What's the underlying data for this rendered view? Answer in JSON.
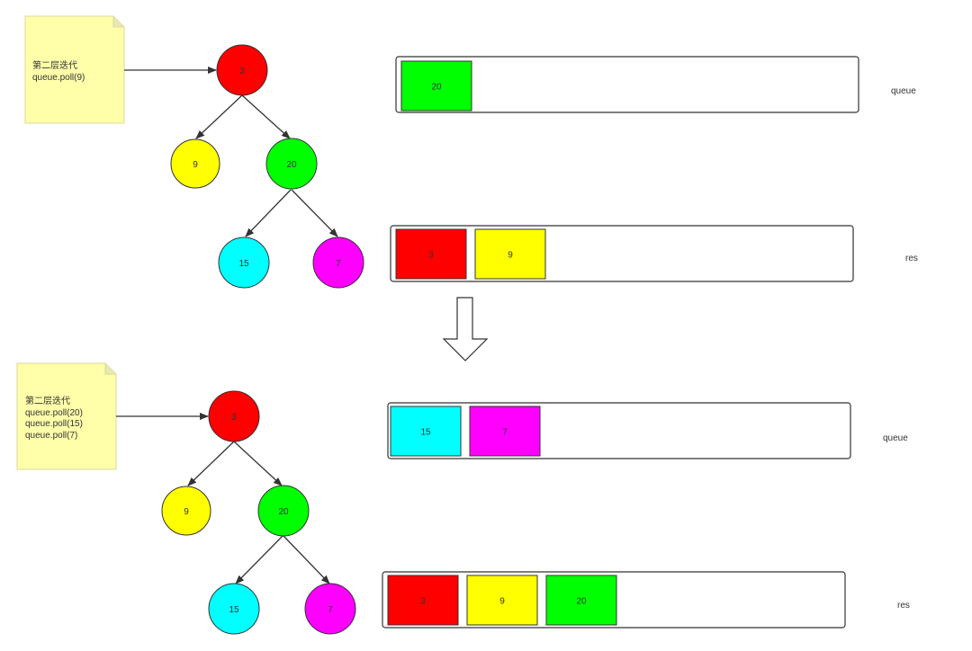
{
  "colors": {
    "red": "#ff0000",
    "yellow": "#ffff00",
    "green": "#00ff00",
    "cyan": "#00ffff",
    "magenta": "#ff00ff",
    "note": "#ffffaa",
    "stroke": "#333333"
  },
  "top": {
    "note_lines": [
      "第二层迭代",
      "queue.poll(9)"
    ],
    "tree": {
      "root": "3",
      "left": "9",
      "right": "20",
      "right_left": "15",
      "right_right": "7"
    },
    "queue_label": "queue",
    "queue_items": [
      {
        "value": "20",
        "color": "green"
      }
    ],
    "res_label": "res",
    "res_items": [
      {
        "value": "3",
        "color": "red"
      },
      {
        "value": "9",
        "color": "yellow"
      }
    ]
  },
  "bottom": {
    "note_lines": [
      "第二层迭代",
      "queue.poll(20)",
      "queue.poll(15)",
      "queue.poll(7)"
    ],
    "tree": {
      "root": "3",
      "left": "9",
      "right": "20",
      "right_left": "15",
      "right_right": "7"
    },
    "queue_label": "queue",
    "queue_items": [
      {
        "value": "15",
        "color": "cyan"
      },
      {
        "value": "7",
        "color": "magenta"
      }
    ],
    "res_label": "res",
    "res_items": [
      {
        "value": "3",
        "color": "red"
      },
      {
        "value": "9",
        "color": "yellow"
      },
      {
        "value": "20",
        "color": "green"
      }
    ]
  }
}
